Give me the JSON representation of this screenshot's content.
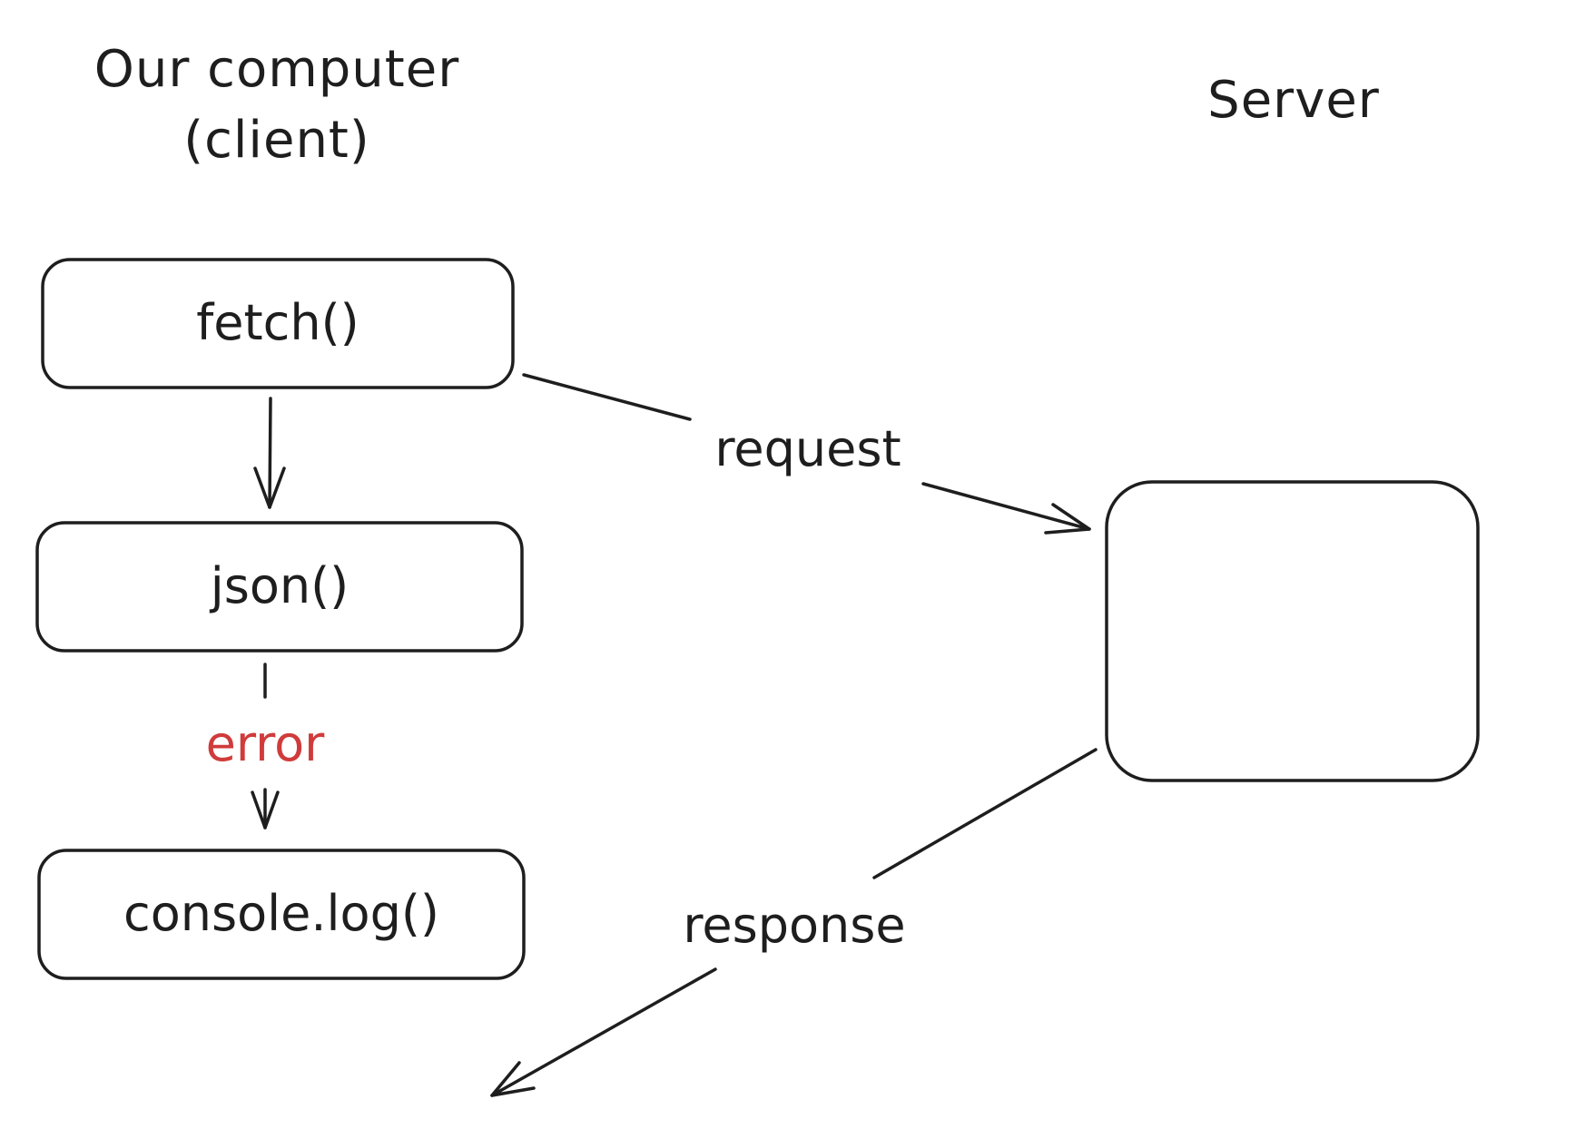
{
  "headings": {
    "client_line1": "Our computer",
    "client_line2": "(client)",
    "server": "Server"
  },
  "nodes": {
    "fetch": "fetch()",
    "json": "json()",
    "console_log": "console.log()",
    "server_box": ""
  },
  "edges": {
    "request": "request",
    "response": "response",
    "error": "error"
  },
  "colors": {
    "stroke": "#1e1e1e",
    "error": "#d03b3b",
    "background": "#ffffff"
  }
}
